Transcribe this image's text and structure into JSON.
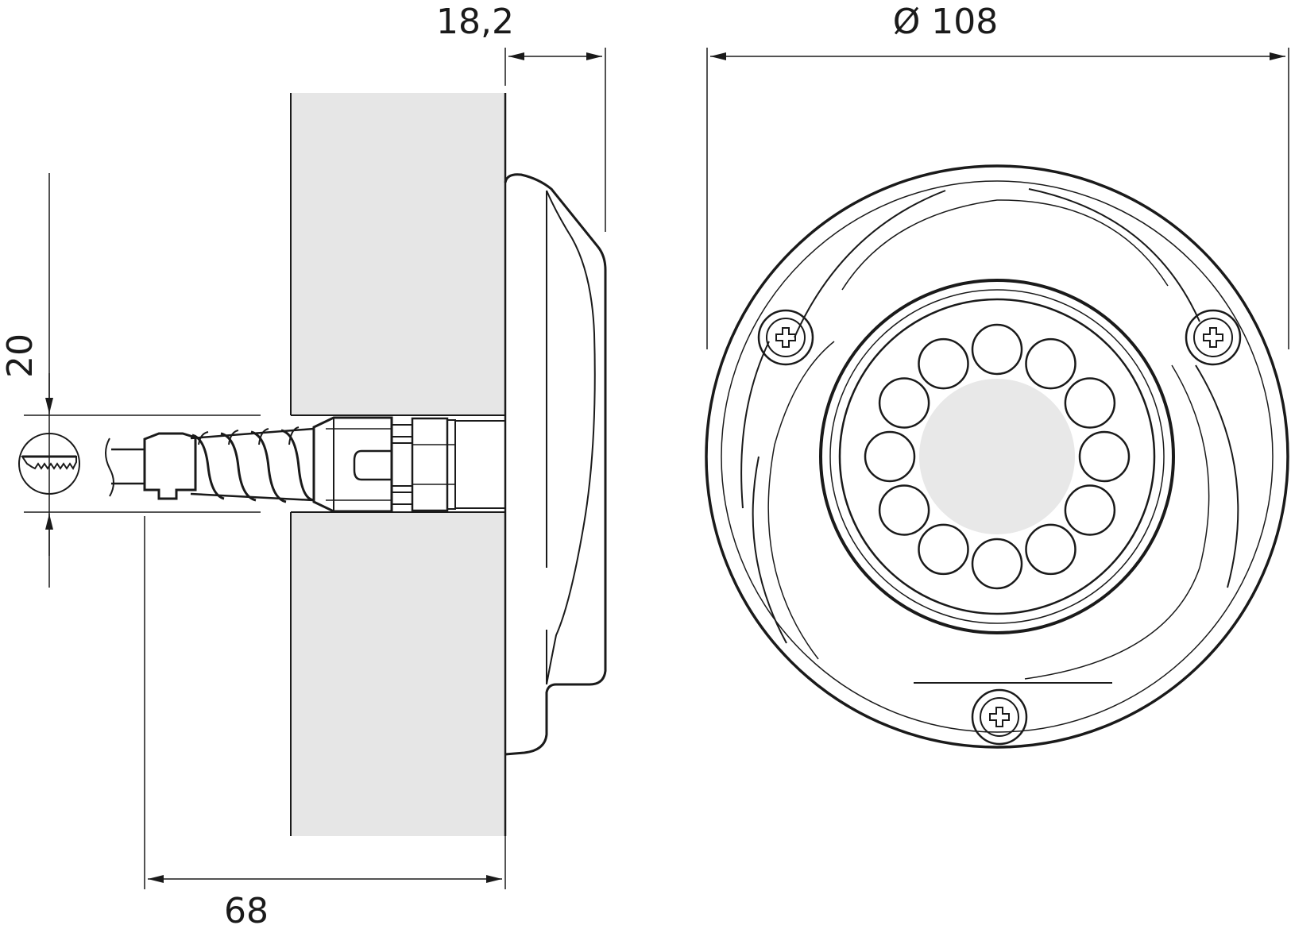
{
  "dimensions": {
    "depth_label": "18,2",
    "diameter_label": "Ø 108",
    "hole_label": "20",
    "length_label": "68"
  },
  "colors": {
    "line": "#1a1a1a",
    "wall": "#e6e6e6",
    "lens": "#e8e8e8",
    "background": "#ffffff"
  },
  "icons": [
    "cross-screw-icon",
    "saw-cut-icon"
  ],
  "led_count": 12
}
